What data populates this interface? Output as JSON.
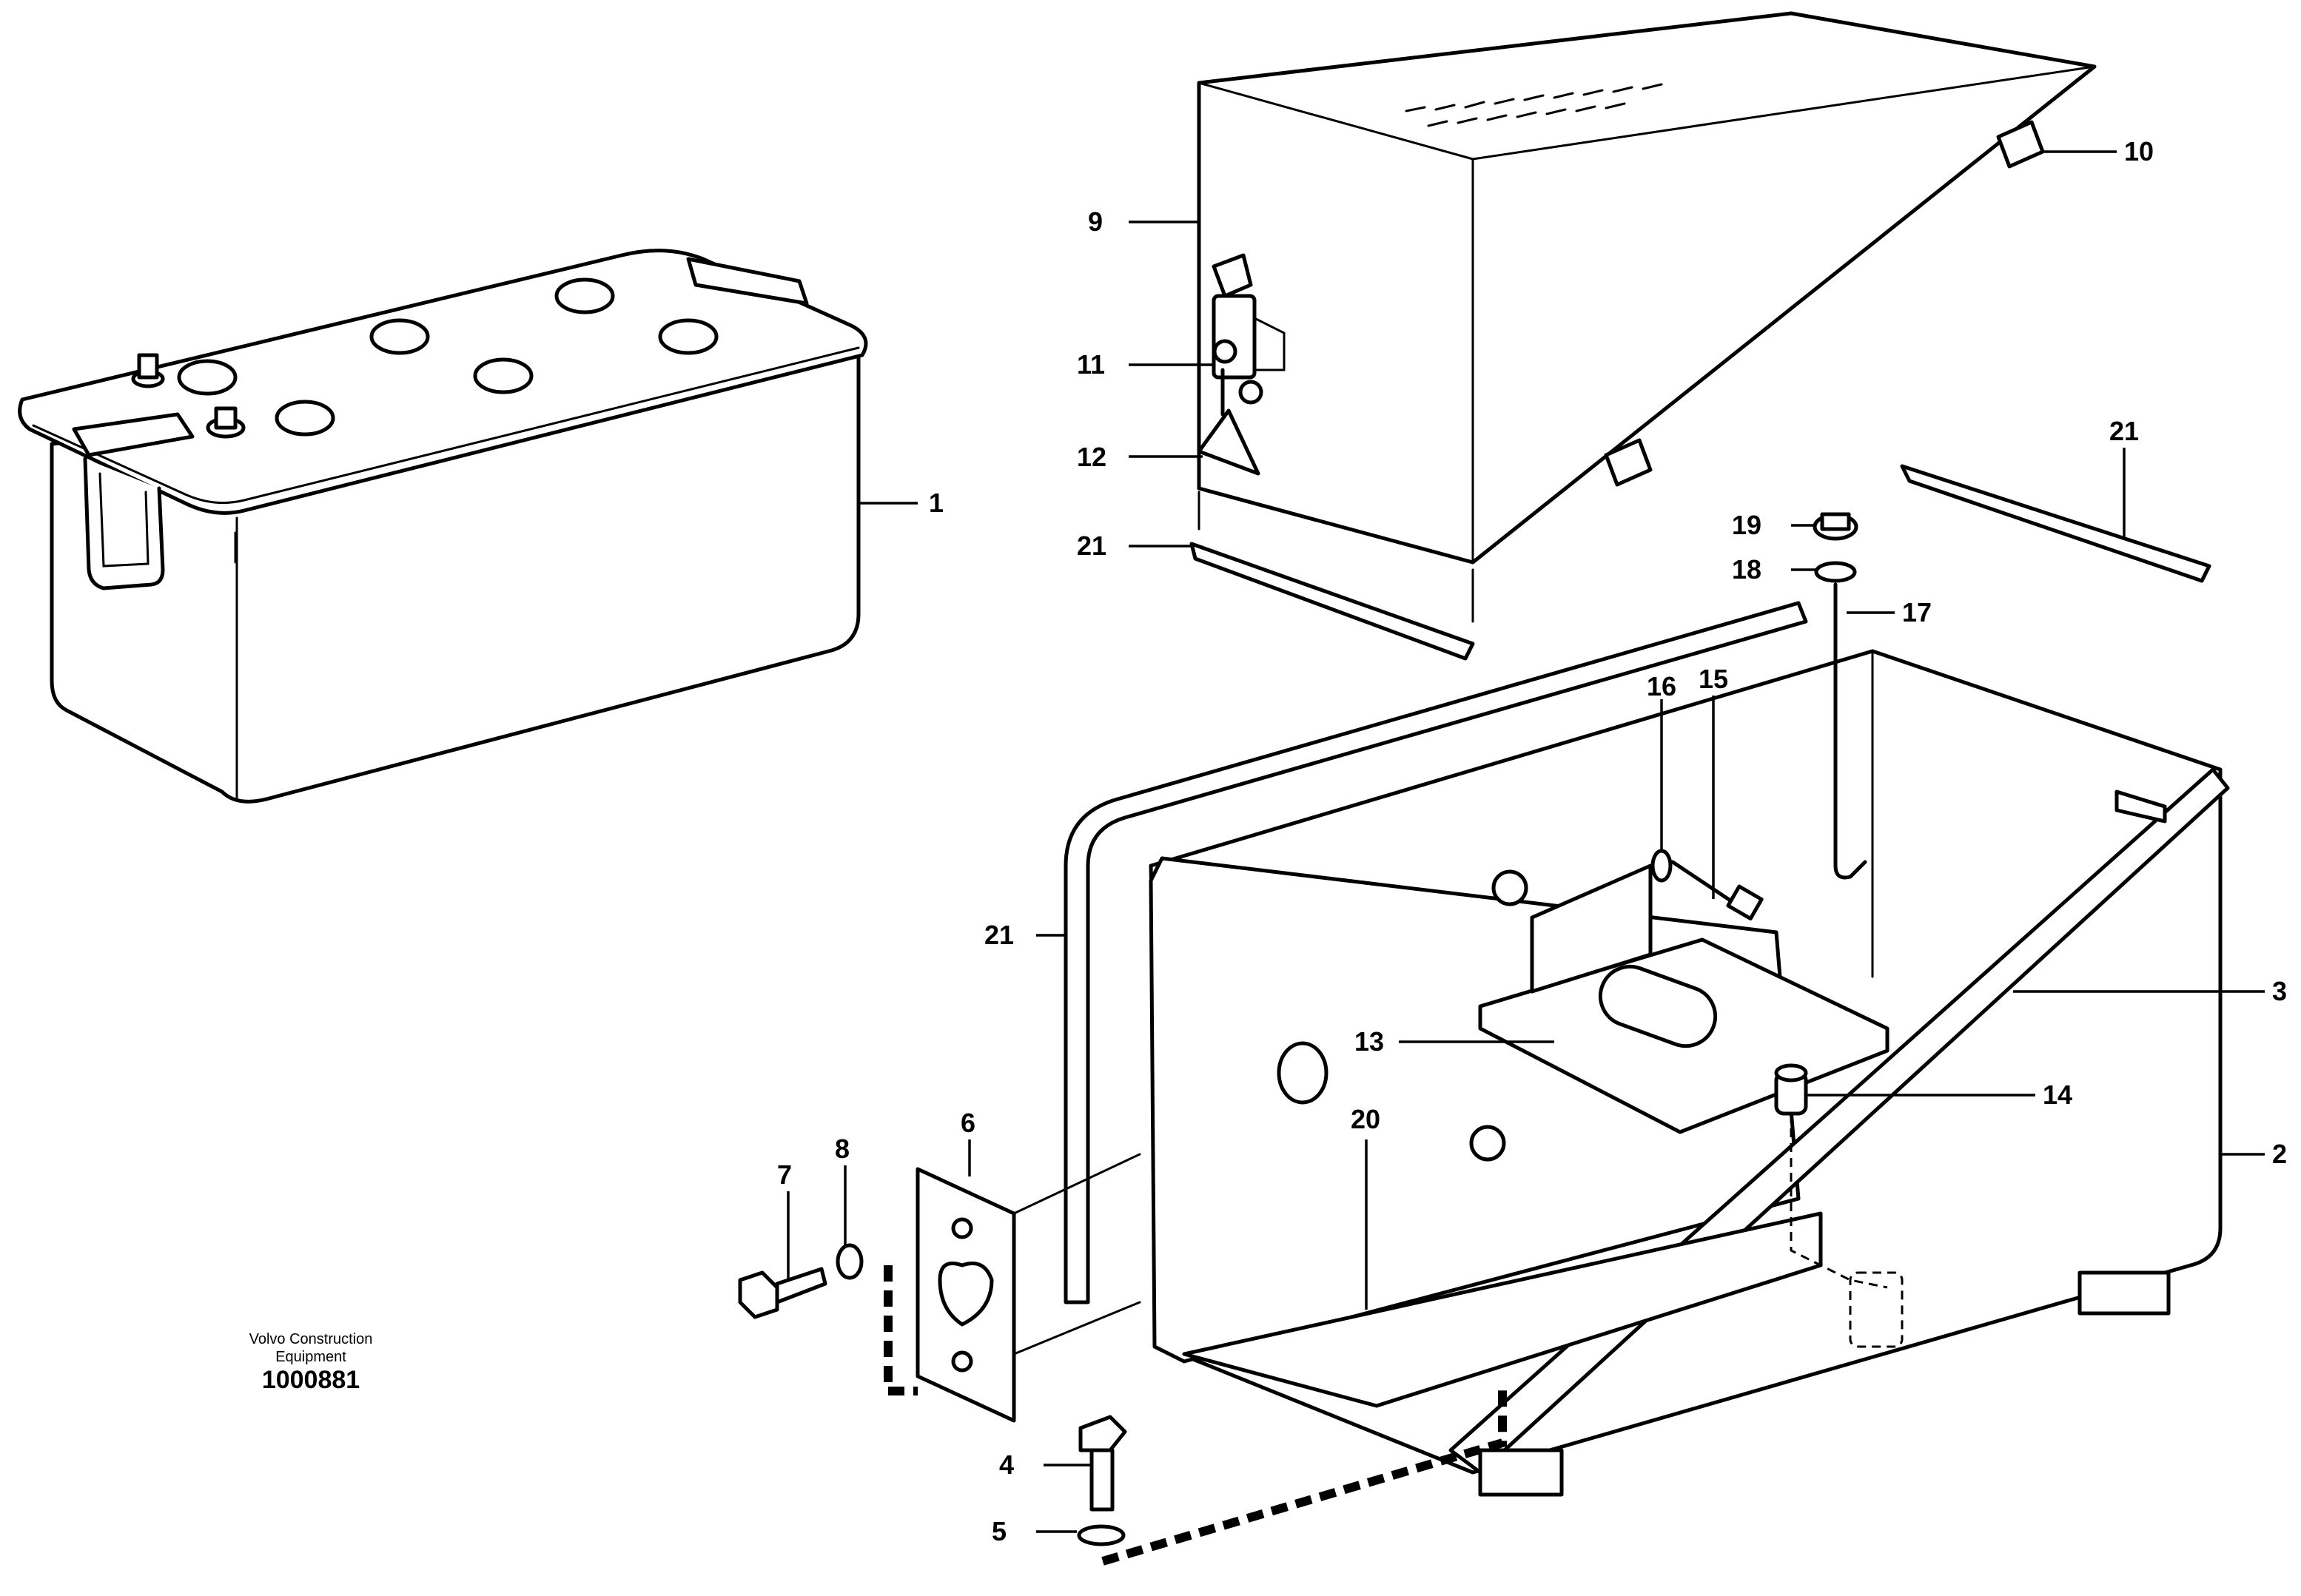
{
  "caption": {
    "company_line1": "Volvo Construction",
    "company_line2": "Equipment",
    "drawing_number": "1000881"
  },
  "callouts": {
    "c1": "1",
    "c2": "2",
    "c3": "3",
    "c4": "4",
    "c5": "5",
    "c6": "6",
    "c7": "7",
    "c8": "8",
    "c9": "9",
    "c10": "10",
    "c11": "11",
    "c12": "12",
    "c13": "13",
    "c14": "14",
    "c15": "15",
    "c16": "16",
    "c17": "17",
    "c18": "18",
    "c19": "19",
    "c20": "20",
    "c21a": "21",
    "c21b": "21",
    "c21c": "21"
  },
  "colors": {
    "line": "#000000",
    "background": "#ffffff"
  }
}
